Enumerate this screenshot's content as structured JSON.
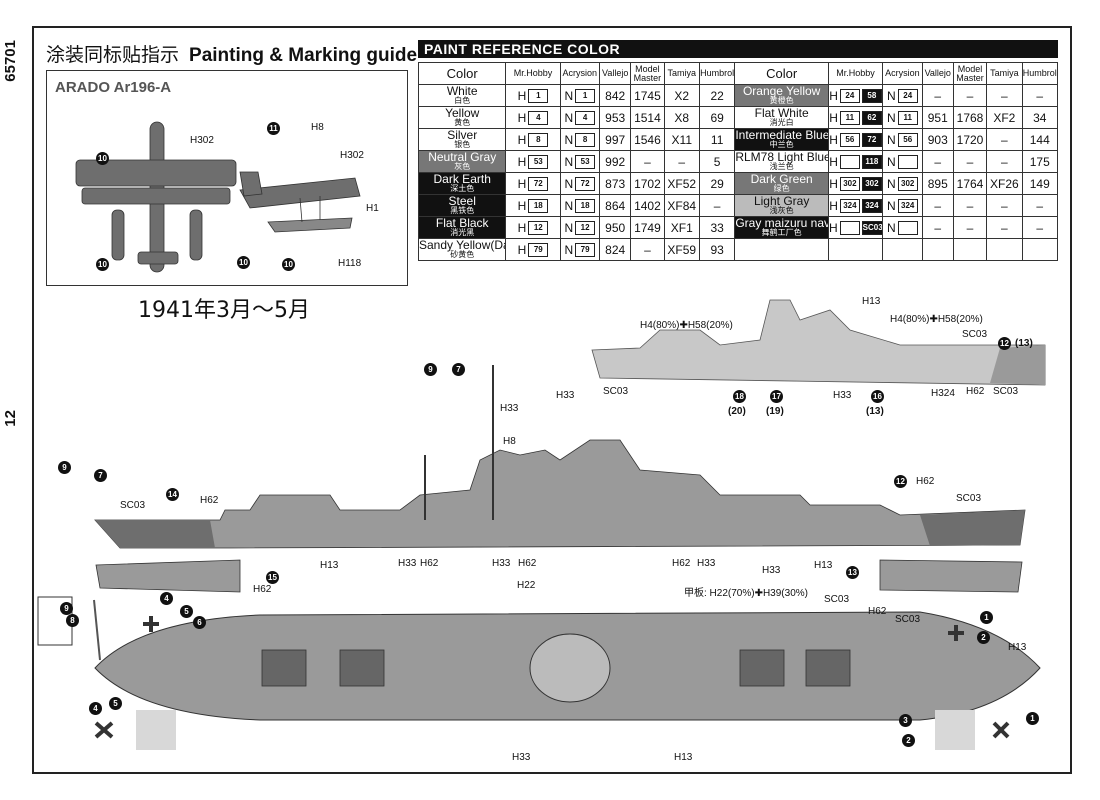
{
  "side_code": "65701",
  "side_page": "12",
  "title_cn": "涂装同标贴指示",
  "title_en": "Painting & Marking guide",
  "arado_title": "ARADO Ar196-A",
  "date_text": "1941年3月～5月",
  "paint_header": "PAINT  REFERENCE COLOR",
  "table_headers": [
    "Color",
    "Mr.Hobby",
    "Acrysion",
    "Vallejo",
    "Model Master",
    "Tamiya",
    "Humbrol"
  ],
  "left_rows": [
    {
      "name": "White",
      "cn": "白色",
      "h": "1",
      "n": "1",
      "vallejo": "842",
      "mm": "1745",
      "tamiya": "X2",
      "humbrol": "22",
      "swatch": "white"
    },
    {
      "name": "Yellow",
      "cn": "黄色",
      "h": "4",
      "n": "4",
      "vallejo": "953",
      "mm": "1514",
      "tamiya": "X8",
      "humbrol": "69",
      "swatch": "white"
    },
    {
      "name": "Silver",
      "cn": "银色",
      "h": "8",
      "n": "8",
      "vallejo": "997",
      "mm": "1546",
      "tamiya": "X11",
      "humbrol": "11",
      "swatch": "white"
    },
    {
      "name": "Neutral Gray",
      "cn": "灰色",
      "h": "53",
      "n": "53",
      "vallejo": "992",
      "mm": "–",
      "tamiya": "–",
      "humbrol": "5",
      "swatch": "gray"
    },
    {
      "name": "Dark Earth",
      "cn": "深土色",
      "h": "72",
      "n": "72",
      "vallejo": "873",
      "mm": "1702",
      "tamiya": "XF52",
      "humbrol": "29",
      "swatch": "black"
    },
    {
      "name": "Steel",
      "cn": "黑铁色",
      "h": "18",
      "n": "18",
      "vallejo": "864",
      "mm": "1402",
      "tamiya": "XF84",
      "humbrol": "–",
      "swatch": "black"
    },
    {
      "name": "Flat Black",
      "cn": "消光黑",
      "h": "12",
      "n": "12",
      "vallejo": "950",
      "mm": "1749",
      "tamiya": "XF1",
      "humbrol": "33",
      "swatch": "black"
    },
    {
      "name": "Sandy Yellow(Dark Yellow)",
      "cn": "砂黄色",
      "h": "79",
      "n": "79",
      "vallejo": "824",
      "mm": "–",
      "tamiya": "XF59",
      "humbrol": "93",
      "swatch": "white"
    }
  ],
  "right_rows": [
    {
      "name": "Orange Yellow",
      "cn": "黄橙色",
      "h": "24",
      "h_box": "58",
      "n": "24",
      "vallejo": "–",
      "mm": "–",
      "tamiya": "–",
      "humbrol": "–",
      "swatch": "gray"
    },
    {
      "name": "Flat White",
      "cn": "消光白",
      "h": "11",
      "h_box": "62",
      "n": "11",
      "vallejo": "951",
      "mm": "1768",
      "tamiya": "XF2",
      "humbrol": "34",
      "swatch": "white"
    },
    {
      "name": "Intermediate Blue",
      "cn": "中兰色",
      "h": "56",
      "h_box": "72",
      "n": "56",
      "vallejo": "903",
      "mm": "1720",
      "tamiya": "–",
      "humbrol": "144",
      "swatch": "black"
    },
    {
      "name": "RLM78 Light Blue",
      "cn": "浅兰色",
      "h": "",
      "h_box": "118",
      "n": "",
      "vallejo": "–",
      "mm": "–",
      "tamiya": "–",
      "humbrol": "175",
      "swatch": "white"
    },
    {
      "name": "Dark Green",
      "cn": "绿色",
      "h": "302",
      "h_box": "302",
      "n": "302",
      "vallejo": "895",
      "mm": "1764",
      "tamiya": "XF26",
      "humbrol": "149",
      "swatch": "gray"
    },
    {
      "name": "Light Gray",
      "cn": "浅灰色",
      "h": "324",
      "h_box": "324",
      "n": "324",
      "vallejo": "–",
      "mm": "–",
      "tamiya": "–",
      "humbrol": "–",
      "swatch": "lightgray"
    },
    {
      "name": "Gray maizuru naval yard",
      "cn": "舞鹤工厂色",
      "h": "",
      "h_box": "SC03",
      "n": "",
      "vallejo": "–",
      "mm": "–",
      "tamiya": "–",
      "humbrol": "–",
      "swatch": "black"
    }
  ],
  "labels": {
    "h302": "H302",
    "h8": "H8",
    "h1": "H1",
    "h118": "H118",
    "h13": "H13",
    "h33": "H33",
    "h62": "H62",
    "h22": "H22",
    "h324": "H324",
    "sc03": "SC03",
    "mix_a": "H4(80%)✚H58(20%)",
    "deck_mix": "甲板: H22(70%)✚H39(30%)"
  },
  "callouts": [
    "1",
    "2",
    "3",
    "4",
    "5",
    "6",
    "7",
    "8",
    "9",
    "10",
    "11",
    "12",
    "13",
    "14",
    "15",
    "16",
    "17",
    "18"
  ],
  "paren_callouts": [
    "(13)",
    "(20)",
    "(19)",
    "(13)"
  ],
  "colors": {
    "hull_gray": "#9a9a9a",
    "light_gray": "#c8c8c8",
    "dark_gray": "#6e6e6e",
    "black": "#111111"
  }
}
